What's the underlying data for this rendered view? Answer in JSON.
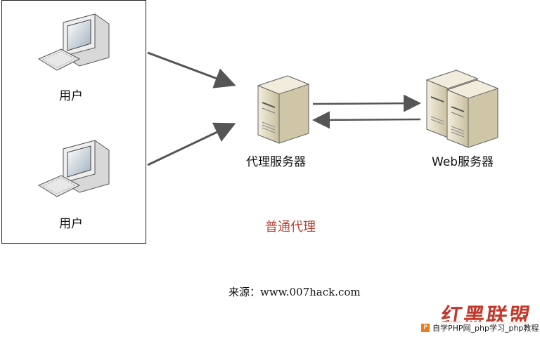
{
  "diagram": {
    "users": [
      {
        "label": "用户"
      },
      {
        "label": "用户"
      }
    ],
    "proxy_server": {
      "label": "代理服务器"
    },
    "web_server": {
      "label": "Web服务器"
    },
    "caption": "普通代理",
    "source": "来源：www.007hack.com"
  },
  "watermark": {
    "logo_text": "红黑联盟",
    "bar_text": "自学PHP网_php学习_php教程",
    "badge": "P"
  },
  "colors": {
    "arrow": "#555555",
    "caption": "#b2453a",
    "server_body": "#e9e1c8",
    "monitor_body": "#e6e6e6",
    "screen": "#2c3e4d"
  }
}
